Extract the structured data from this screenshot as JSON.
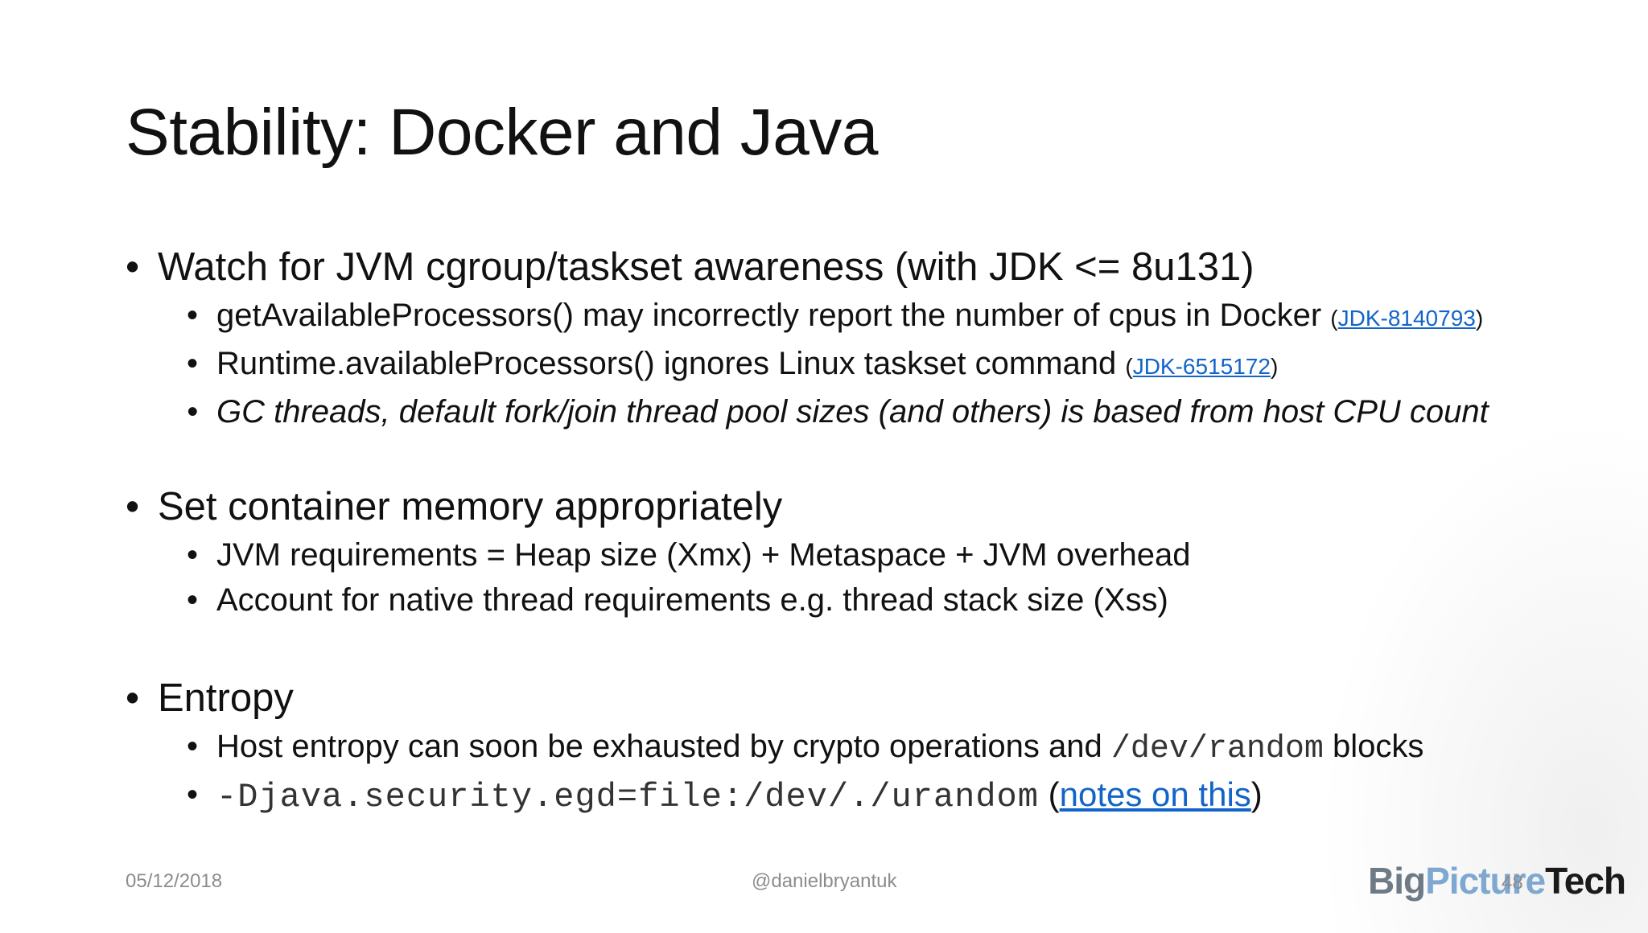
{
  "slide": {
    "title": "Stability: Docker and Java",
    "sections": [
      {
        "heading": "Watch for JVM cgroup/taskset awareness (with JDK <= 8u131)",
        "items": [
          {
            "text": "getAvailableProcessors() may incorrectly report the number of cpus in Docker ",
            "ref_open": "(",
            "ref_link": "JDK-8140793",
            "ref_close": ")"
          },
          {
            "text": "Runtime.availableProcessors() ignores Linux taskset command ",
            "ref_open": "(",
            "ref_link": "JDK-6515172",
            "ref_close": ")"
          },
          {
            "text": "GC threads, default fork/join thread pool sizes (and others) is based from host CPU count"
          }
        ]
      },
      {
        "heading": "Set container memory appropriately",
        "items": [
          {
            "text": "JVM requirements = Heap size (Xmx) + Metaspace + JVM overhead"
          },
          {
            "text": "Account for native thread requirements e.g. thread stack size (Xss)"
          }
        ]
      },
      {
        "heading": "Entropy",
        "items": [
          {
            "text_before": "Host entropy can soon be exhausted by crypto operations and ",
            "code": "/dev/random",
            "text_after": " blocks"
          },
          {
            "code": "-Djava.security.egd=file:/dev/./urandom",
            "paren_open": " (",
            "link": "notes on this",
            "paren_close": ")"
          }
        ]
      }
    ]
  },
  "footer": {
    "date": "05/12/2018",
    "handle": "@danielbryantuk",
    "logo": {
      "part1": "Big",
      "part2": "Picture",
      "part3": "Tech"
    },
    "page_number": "48"
  },
  "colors": {
    "link": "#1264c8",
    "footer_text": "#8c8c8c",
    "logo_big": "#6e7b86",
    "logo_picture": "#7fa8d1",
    "logo_tech": "#1a1a1a"
  }
}
